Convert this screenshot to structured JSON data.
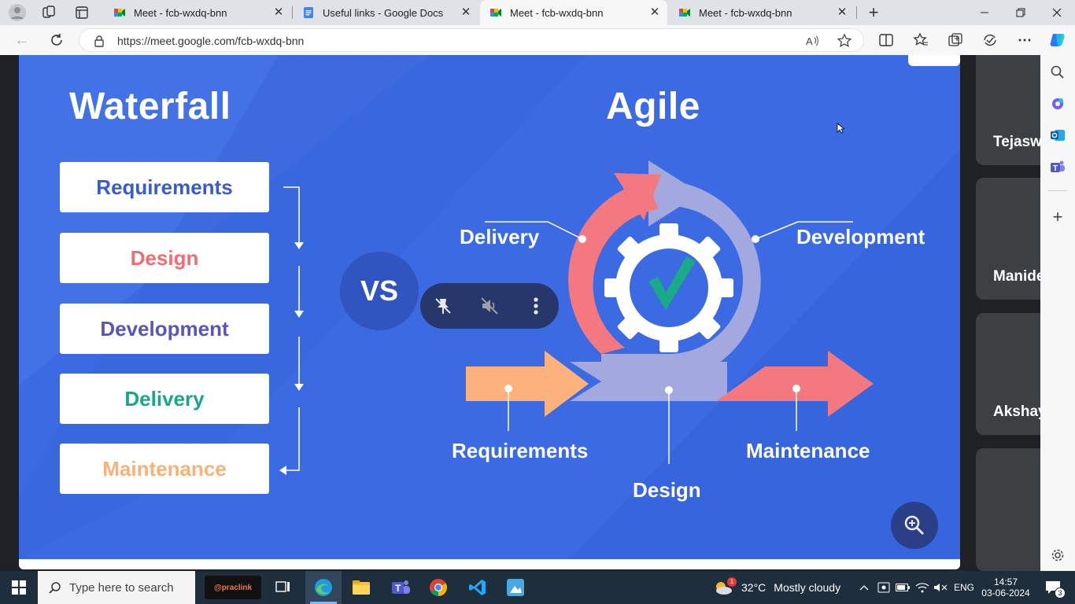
{
  "browser": {
    "tabs": [
      {
        "title": "Meet - fcb-wxdq-bnn",
        "active": false
      },
      {
        "title": "Useful links - Google Docs",
        "active": false
      },
      {
        "title": "Meet - fcb-wxdq-bnn",
        "active": true
      },
      {
        "title": "Meet - fcb-wxdq-bnn",
        "active": false
      }
    ],
    "url": "https://meet.google.com/fcb-wxdq-bnn"
  },
  "slide": {
    "waterfall_title": "Waterfall",
    "agile_title": "Agile",
    "vs_label": "VS",
    "waterfall_steps": [
      {
        "label": "Requirements",
        "color": "#3a5bd0"
      },
      {
        "label": "Design",
        "color": "#f26d73"
      },
      {
        "label": "Development",
        "color": "#5a56b8"
      },
      {
        "label": "Delivery",
        "color": "#17a88a"
      },
      {
        "label": "Maintenance",
        "color": "#f7b27a"
      }
    ],
    "agile_labels": {
      "delivery": "Delivery",
      "development": "Development",
      "requirements": "Requirements",
      "design": "Design",
      "maintenance": "Maintenance"
    },
    "colors": {
      "background": "#3b6ae3",
      "arc_red": "#f4787f",
      "arc_lavender": "#a3a9de",
      "arrow_orange": "#fdb27e",
      "check_green": "#1aab86"
    }
  },
  "participants": [
    {
      "name": "Tejasw"
    },
    {
      "name": "Manide"
    },
    {
      "name": "Akshay"
    },
    {
      "name": ""
    }
  ],
  "taskbar": {
    "search_placeholder": "Type here to search",
    "weather_temp": "32°C",
    "weather_desc": "Mostly cloudy",
    "weather_badge": "1",
    "language": "ENG",
    "time": "14:57",
    "date": "03-06-2024",
    "notifications": "3",
    "pinned_app_label": "@praclink"
  }
}
